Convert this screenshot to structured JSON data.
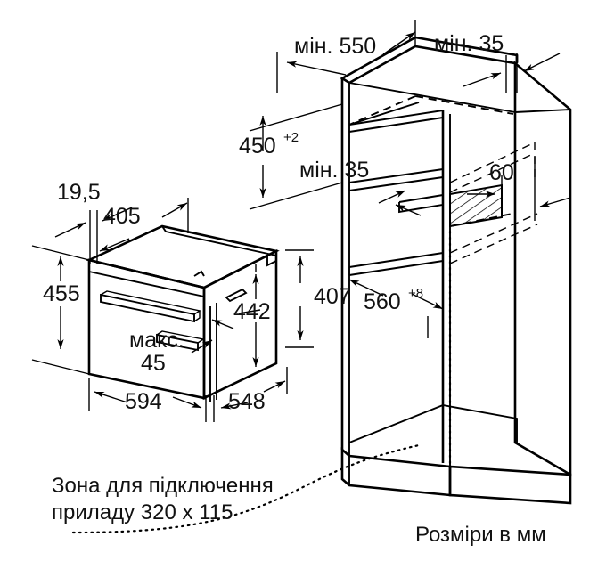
{
  "diagram": {
    "title": "Installation dimensions drawing",
    "units_note": "Розміри в мм",
    "connection_note_line1": "Зона для підключення",
    "connection_note_line2": "приладу 320 x 115",
    "ink_color": "#000000",
    "background_color": "#ffffff"
  },
  "appliance_dimensions": {
    "depth_front_offset": "19,5",
    "top_depth": "405",
    "height_left": "455",
    "front_height": "442",
    "body_height": "407",
    "door_gap_label": "макс.",
    "door_gap_value": "45",
    "width_front": "594",
    "width_body": "548"
  },
  "cabinet_dimensions": {
    "min_depth": "мін. 550",
    "min_top_gap": "мін. 35",
    "min_side_gap": "мін. 35",
    "niche_height": "450",
    "niche_height_tol": "+2",
    "vent_depth": "60",
    "niche_width": "560",
    "niche_width_tol": "+8"
  },
  "chart_data": {
    "type": "table",
    "title": "Розміри в мм",
    "categories": [
      "19,5",
      "405",
      "455",
      "442",
      "407",
      "макс. 45",
      "594",
      "548",
      "мін. 550",
      "мін. 35",
      "450+2",
      "60",
      "560+8"
    ],
    "values": [
      19.5,
      405,
      455,
      442,
      407,
      45,
      594,
      548,
      550,
      35,
      450,
      60,
      560
    ]
  }
}
